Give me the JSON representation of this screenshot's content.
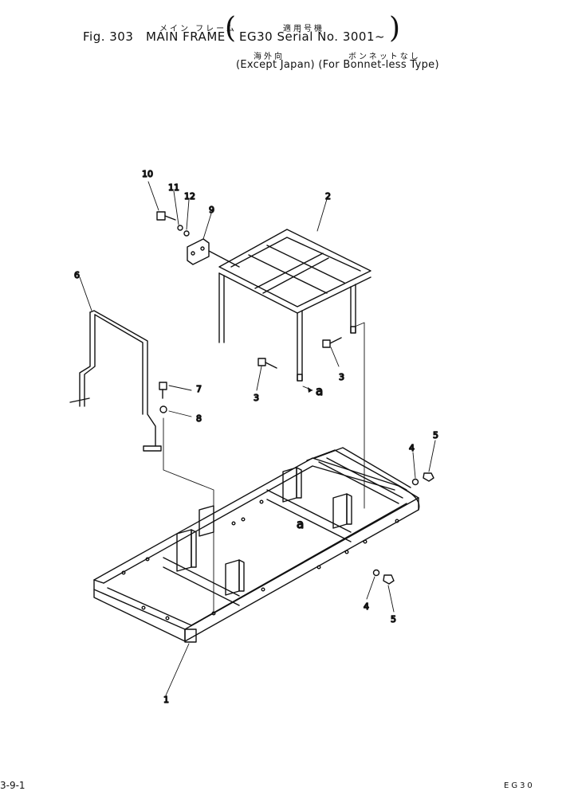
{
  "header": {
    "fig_label": "Fig. 303",
    "title": "MAIN FRAME",
    "serial": "EG30 Serial No. 3001~",
    "note": "(Except Japan) (For Bonnet-less Type)",
    "jp_title": "メイン フレーム",
    "jp_applicable": "適用号機",
    "jp_overseas": "海外向",
    "jp_bonnetless": "ボンネットなし"
  },
  "callouts": {
    "c1": "1",
    "c2": "2",
    "c3a": "3",
    "c3b": "3",
    "c4a": "4",
    "c4b": "4",
    "c5a": "5",
    "c5b": "5",
    "c6": "6",
    "c7": "7",
    "c8": "8",
    "c9": "9",
    "c10": "10",
    "c11": "11",
    "c12": "12"
  },
  "refs": {
    "a_top": "a",
    "a_mid": "a"
  },
  "footer": {
    "page_ref": "3-9-1",
    "model": "EG30"
  }
}
